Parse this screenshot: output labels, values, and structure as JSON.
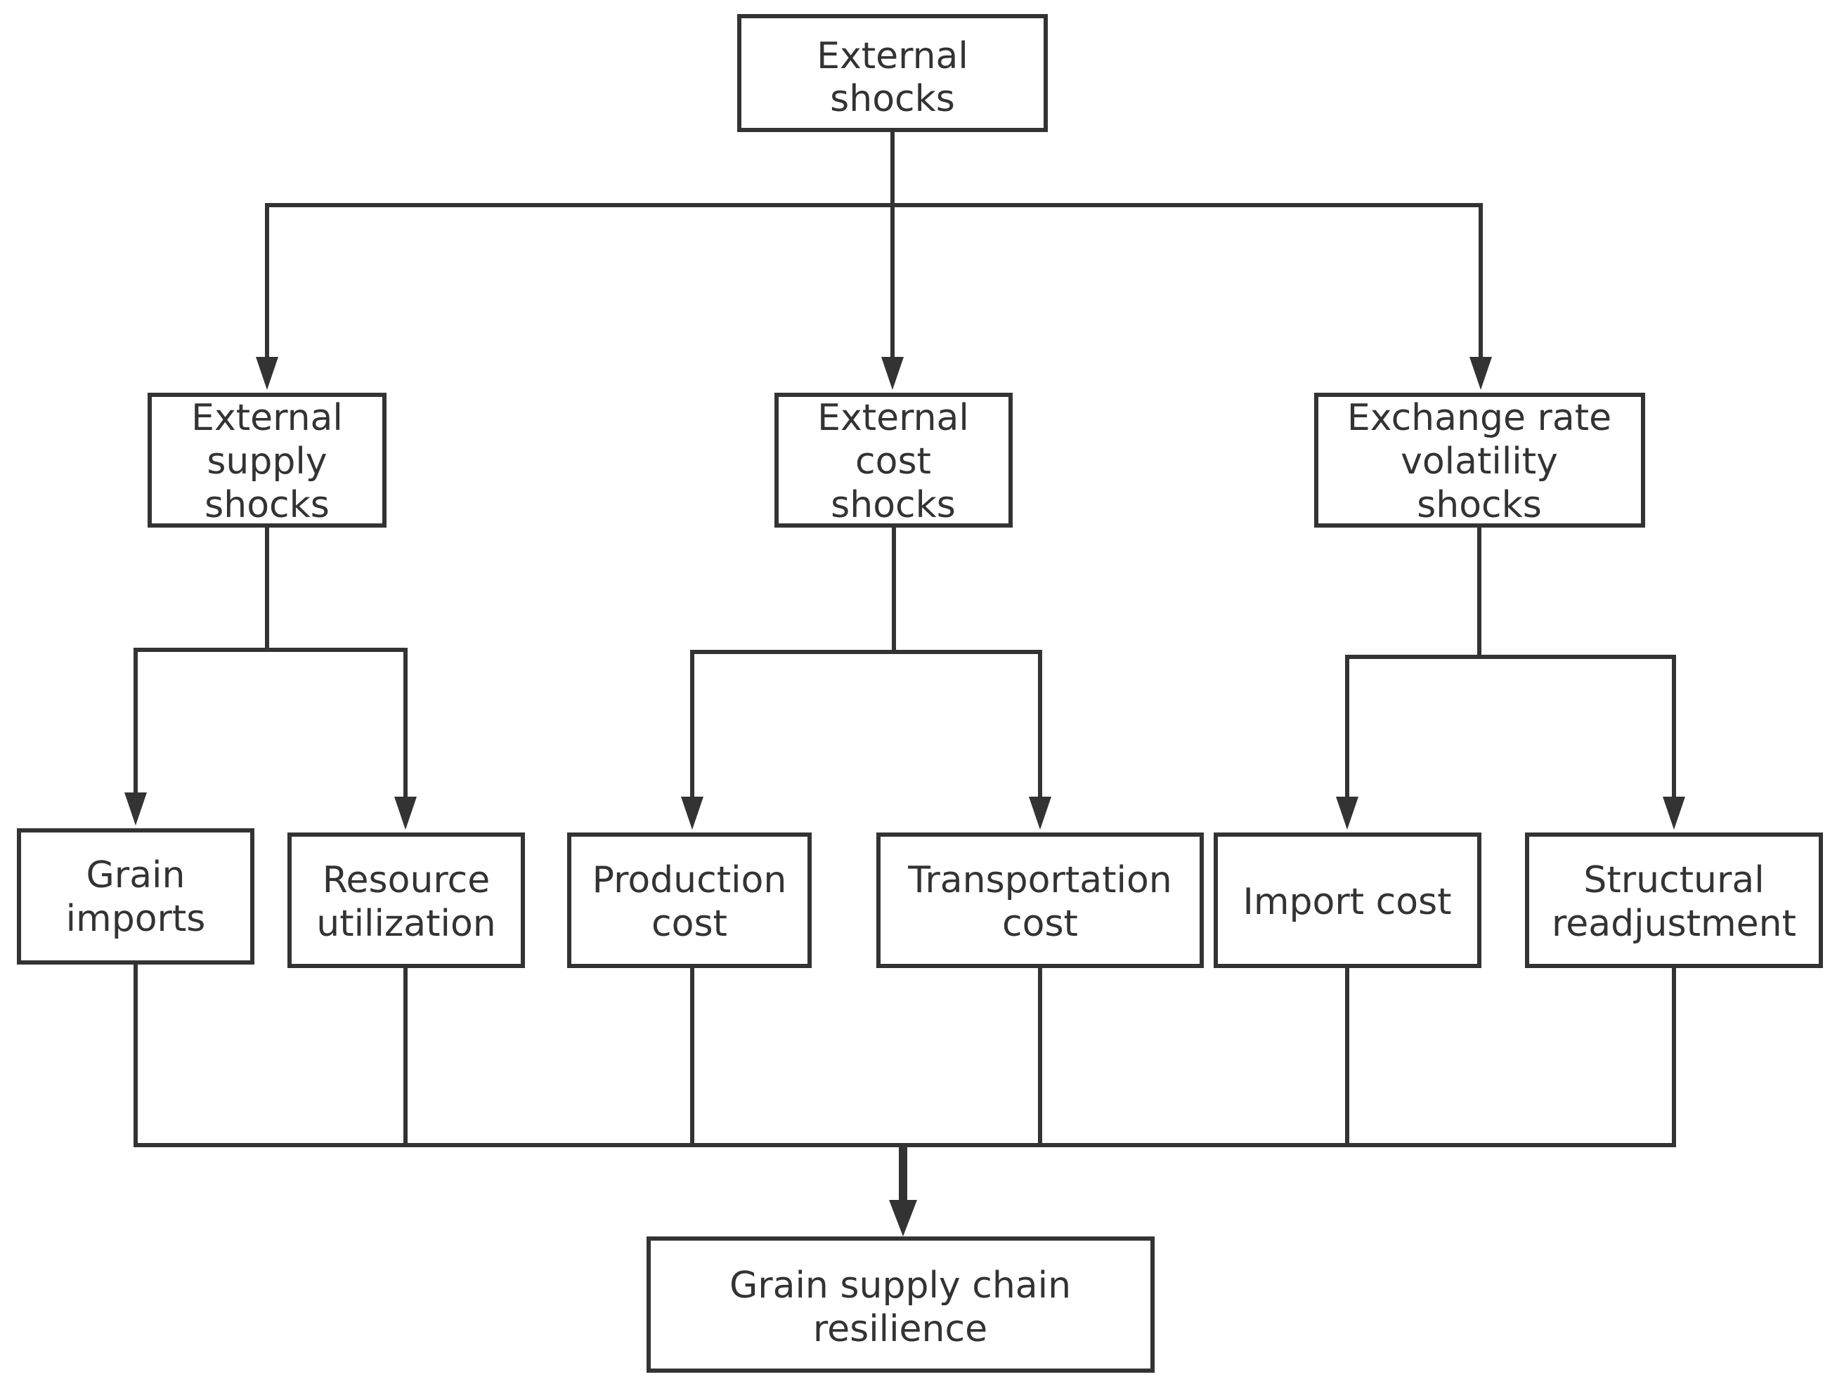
{
  "colors": {
    "line": "#333333",
    "box_border": "#333333",
    "text": "#333333",
    "background": "#ffffff"
  },
  "nodes": {
    "root": {
      "line1": "External",
      "line2": "shocks"
    },
    "supply": {
      "line1": "External",
      "line2": "supply",
      "line3": "shocks"
    },
    "cost": {
      "line1": "External",
      "line2": "cost",
      "line3": "shocks"
    },
    "exchange": {
      "line1": "Exchange rate",
      "line2": "volatility",
      "line3": "shocks"
    },
    "grain_imports": {
      "line1": "Grain",
      "line2": "imports"
    },
    "resource_utilization": {
      "line1": "Resource",
      "line2": "utilization"
    },
    "production_cost": {
      "line1": "Production",
      "line2": "cost"
    },
    "transportation_cost": {
      "line1": "Transportation",
      "line2": "cost"
    },
    "import_cost": {
      "line1": "Import cost"
    },
    "structural_readjustment": {
      "line1": "Structural",
      "line2": "readjustment"
    },
    "resilience": {
      "line1": "Grain supply chain",
      "line2": "resilience"
    }
  }
}
